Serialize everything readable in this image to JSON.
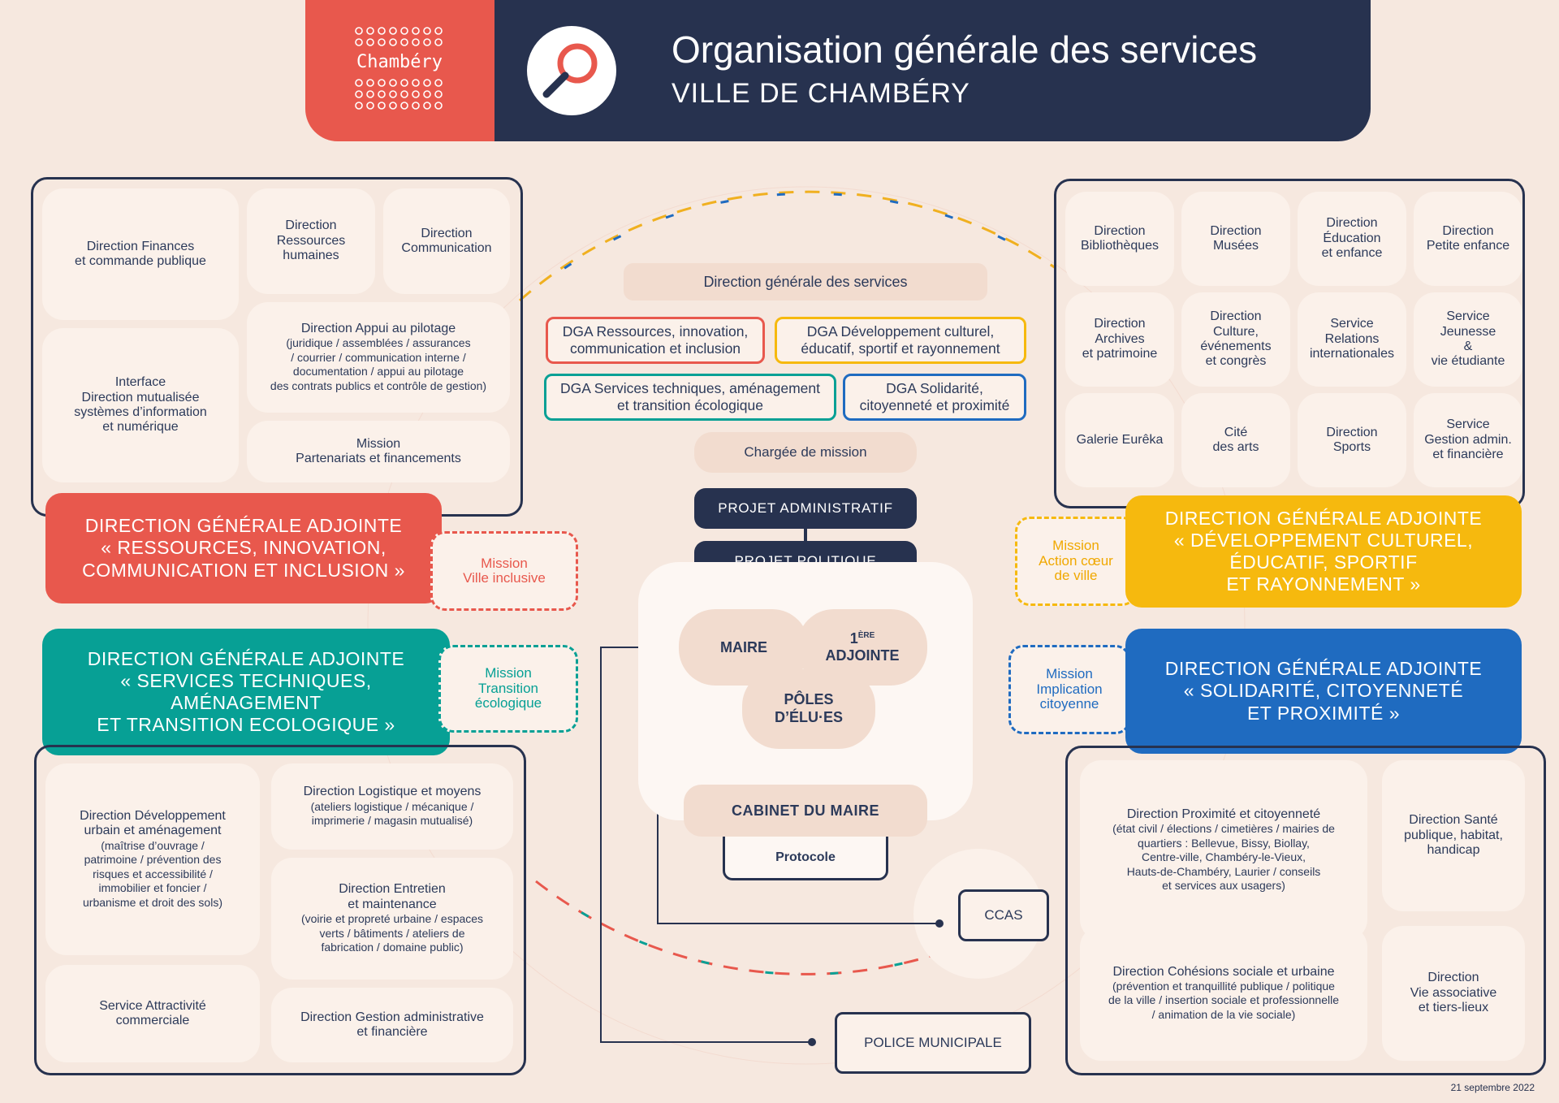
{
  "header": {
    "logo_text": "Chambéry",
    "title": "Organisation générale des services",
    "subtitle": "VILLE DE CHAMBÉRY",
    "icon": "magnifier-icon",
    "colors": {
      "accent": "#e8584d",
      "navy": "#27324f"
    }
  },
  "center": {
    "dgs": "Direction générale des services",
    "dga_ressources": "DGA Ressources, innovation,\ncommunication et inclusion",
    "dga_culturel": "DGA Développement culturel,\néducatif, sportif et rayonnement",
    "dga_techniques": "DGA Services techniques, aménagement\net transition écologique",
    "dga_solidarite": "DGA Solidarité,\ncitoyenneté et proximité",
    "chargee_mission": "Chargée de mission",
    "projet_administratif": "PROJET ADMINISTRATIF",
    "projet_politique": "PROJET POLITIQUE",
    "maire": "MAIRE",
    "adjointe_num": "1",
    "adjointe_sup": "ÈRE",
    "adjointe": "ADJOINTE",
    "poles": "PÔLES\nD’ÉLU·ES",
    "cabinet": "CABINET DU MAIRE",
    "protocole": "Protocole",
    "ccas": "CCAS",
    "police": "POLICE MUNICIPALE"
  },
  "top_left": {
    "finances": "Direction Finances\net commande publique",
    "rh": "Direction\nRessources\nhumaines",
    "communication": "Direction\nCommunication",
    "pilotage_title": "Direction Appui au pilotage",
    "pilotage_sub": "(juridique / assemblées / assurances\n/ courrier / communication interne /\ndocumentation / appui au pilotage\ndes contrats publics et contrôle de gestion)",
    "interface": "Interface\nDirection mutualisée\nsystèmes d’information\net numérique",
    "mission_partenariats": "Mission\nPartenariats et financements"
  },
  "dga_ressources_banner": "DIRECTION GÉNÉRALE ADJOINTE\n« RESSOURCES, INNOVATION,\nCOMMUNICATION ET INCLUSION »",
  "mission_ville_inclusive": "Mission\nVille inclusive",
  "dga_techniques_banner": "DIRECTION GÉNÉRALE ADJOINTE\n«  SERVICES TECHNIQUES,\nAMÉNAGEMENT\nET TRANSITION ECOLOGIQUE »",
  "mission_transition": "Mission\nTransition\nécologique",
  "bottom_left": {
    "dev_urbain_title": "Direction Développement\nurbain et aménagement",
    "dev_urbain_sub": "(maîtrise d’ouvrage /\npatrimoine / prévention des\nrisques et accessibilité /\nimmobilier et foncier /\nurbanisme et droit des sols)",
    "logistique_title": "Direction Logistique et moyens",
    "logistique_sub": "(ateliers logistique / mécanique /\nimprimerie / magasin mutualisé)",
    "entretien_title": "Direction Entretien\net maintenance",
    "entretien_sub": "(voirie et propreté urbaine / espaces\nverts / bâtiments / ateliers de\nfabrication / domaine public)",
    "attractivite": "Service Attractivité\ncommerciale",
    "gestion_admin": "Direction Gestion administrative\net financière"
  },
  "top_right": {
    "bibliotheques": "Direction\nBibliothèques",
    "musees": "Direction\nMusées",
    "education": "Direction\nÉducation\net enfance",
    "petite_enfance": "Direction\nPetite enfance",
    "archives": "Direction\nArchives\net patrimoine",
    "culture": "Direction\nCulture,\névénements\net congrès",
    "relations": "Service\nRelations\ninternationales",
    "jeunesse": "Service\nJeunesse\n&\nvie étudiante",
    "eureka": "Galerie Eurêka",
    "cite_arts": "Cité\ndes arts",
    "sports": "Direction\nSports",
    "gestion_admin": "Service\nGestion admin.\net financière"
  },
  "mission_coeur": "Mission\nAction cœur\nde ville",
  "dga_culturel_banner": "DIRECTION GÉNÉRALE ADJOINTE\n«  DÉVELOPPEMENT CULTUREL,\nÉDUCATIF, SPORTIF\nET RAYONNEMENT »",
  "mission_implication": "Mission\nImplication\ncitoyenne",
  "dga_solidarite_banner": "DIRECTION GÉNÉRALE ADJOINTE\n«  SOLIDARITÉ, CITOYENNETÉ\nET PROXIMITÉ »",
  "bottom_right": {
    "proximite_title": "Direction Proximité et citoyenneté",
    "proximite_sub": "(état civil / élections / cimetières / mairies de\nquartiers : Bellevue, Bissy, Biollay,\nCentre-ville, Chambéry-le-Vieux,\nHauts-de-Chambéry, Laurier / conseils\net services aux usagers)",
    "sante": "Direction Santé\npublique, habitat,\nhandicap",
    "cohesions_title": "Direction Cohésions sociale et urbaine",
    "cohesions_sub": "(prévention et tranquillité publique / politique\nde la ville / insertion sociale et professionnelle\n/ animation de la vie sociale)",
    "vie_associative": "Direction\nVie associative\net tiers-lieux"
  },
  "date": "21 septembre 2022",
  "colors": {
    "red": "#e8584d",
    "yellow": "#f6b90e",
    "teal": "#07a095",
    "blue": "#1f6bc0"
  }
}
